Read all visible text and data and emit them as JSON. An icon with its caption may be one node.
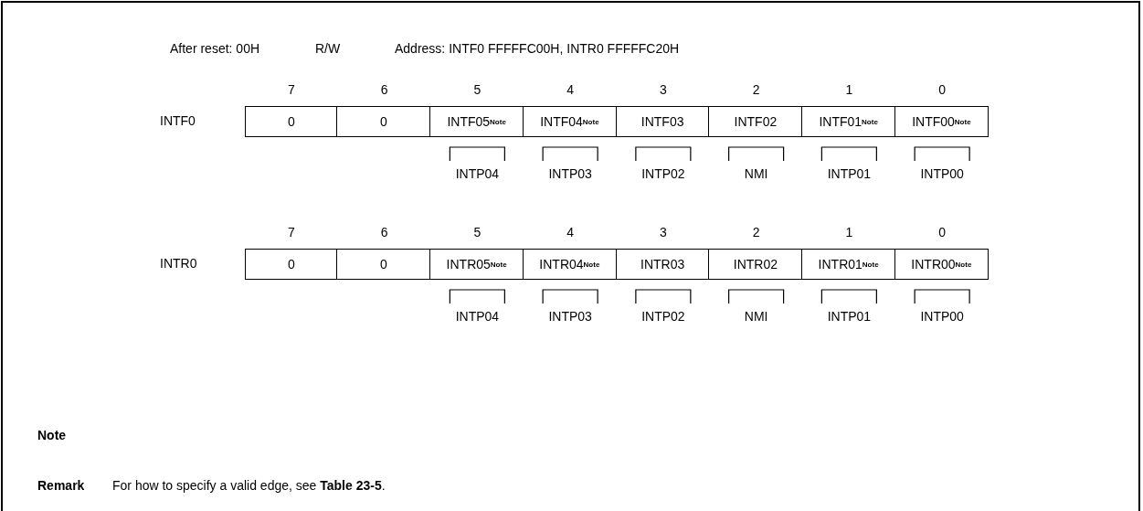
{
  "diagram": {
    "labels": [
      "After reset: 00H",
      "R/W",
      "Address: INTF0 FFFFFC00H, INTR0 FFFFFC20H",
      "7",
      "6",
      "5",
      "4",
      "3",
      "2",
      "1",
      "0",
      "INTF0",
      "0",
      "0",
      "INTF05$^{Note}$",
      "INTF04$^{Note}$",
      "INTF03",
      "INTF02",
      "INTF01$^{Note}$",
      "INTF00$^{Note}$",
      "INTP04",
      "INTP03",
      "INTP02",
      "NMI",
      "INTP01",
      "INTP00",
      "7",
      "6",
      "5",
      "4",
      "3",
      "2",
      "1",
      "0",
      "INTR0",
      "0",
      "0",
      "INTR05$^{Note}$",
      "INTR04$^{Note}$",
      "INTR03",
      "INTR02",
      "INTR01$^{Note}$",
      "INTR00$^{Note}$",
      "INTP04",
      "INTP03",
      "INTP02",
      "NMI",
      "INTP01",
      "INTP00",
      "Note",
      "Remark",
      "For how to specify a valid edge, see **Table 23-5**."
    ]
  }
}
